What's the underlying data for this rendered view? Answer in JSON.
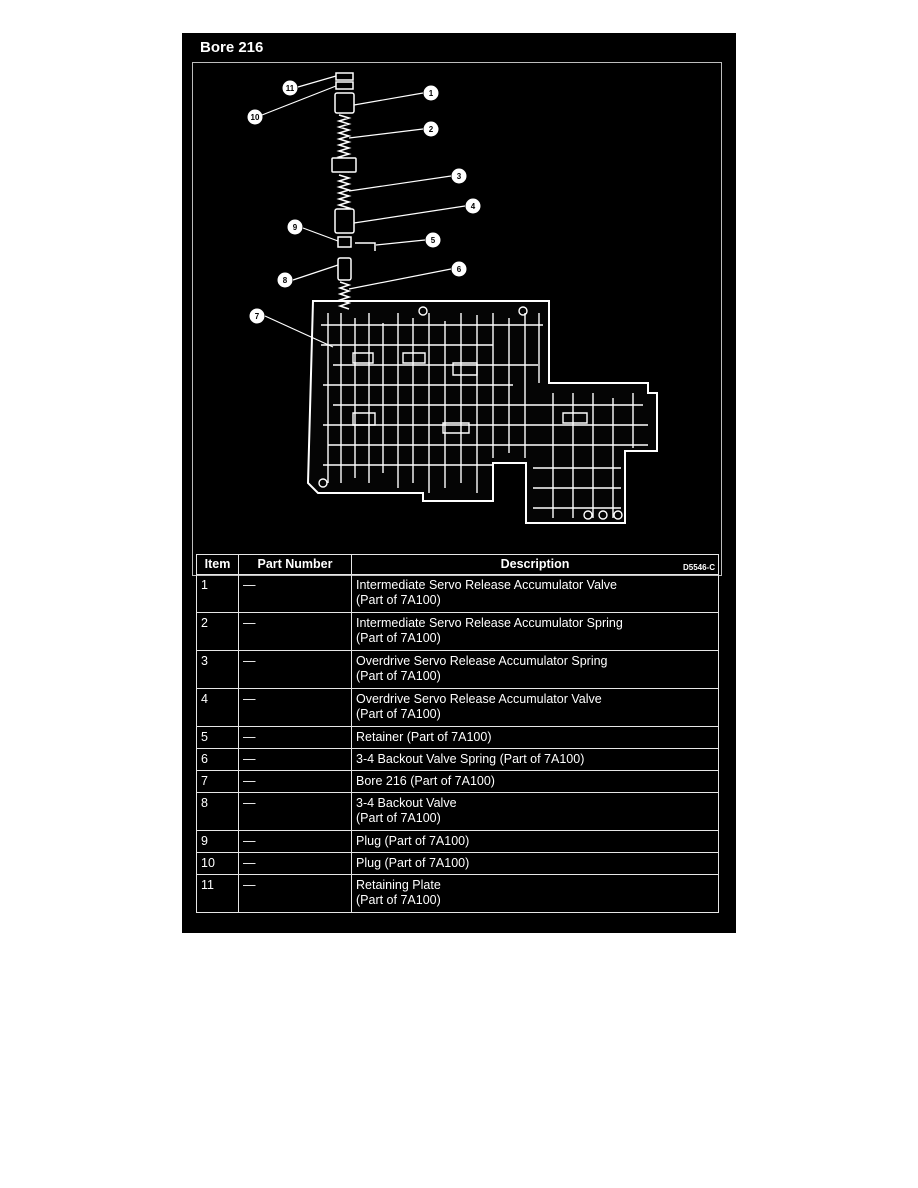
{
  "title": "Bore 216",
  "figure_code": "D5546-C",
  "callouts": [
    "1",
    "2",
    "3",
    "4",
    "5",
    "6",
    "7",
    "8",
    "9",
    "10",
    "11"
  ],
  "table": {
    "headers": [
      "Item",
      "Part Number",
      "Description"
    ],
    "rows": [
      {
        "item": "1",
        "part": "—",
        "desc1": "Intermediate Servo Release Accumulator Valve",
        "desc2": "(Part of 7A100)"
      },
      {
        "item": "2",
        "part": "—",
        "desc1": "Intermediate Servo Release Accumulator Spring",
        "desc2": "(Part of 7A100)"
      },
      {
        "item": "3",
        "part": "—",
        "desc1": "Overdrive Servo Release Accumulator Spring",
        "desc2": "(Part of 7A100)"
      },
      {
        "item": "4",
        "part": "—",
        "desc1": "Overdrive Servo Release Accumulator Valve",
        "desc2": "(Part of 7A100)"
      },
      {
        "item": "5",
        "part": "—",
        "desc1": "Retainer (Part of 7A100)"
      },
      {
        "item": "6",
        "part": "—",
        "desc1": "3-4 Backout Valve Spring (Part of 7A100)"
      },
      {
        "item": "7",
        "part": "—",
        "desc1": "Bore 216 (Part of 7A100)"
      },
      {
        "item": "8",
        "part": "—",
        "desc1": "3-4 Backout Valve",
        "desc2": "(Part of 7A100)"
      },
      {
        "item": "9",
        "part": "—",
        "desc1": "Plug (Part of 7A100)"
      },
      {
        "item": "10",
        "part": "—",
        "desc1": "Plug (Part of 7A100)"
      },
      {
        "item": "11",
        "part": "—",
        "desc1": "Retaining Plate",
        "desc2": "(Part of 7A100)"
      }
    ]
  }
}
